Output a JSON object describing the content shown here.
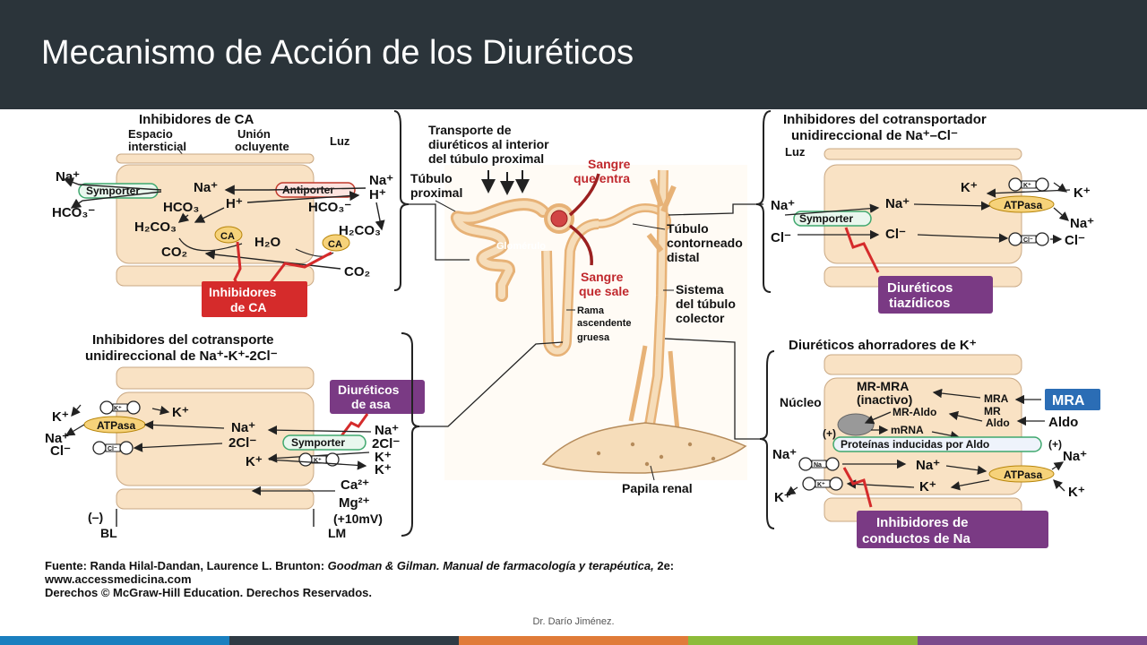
{
  "slide": {
    "title": "Mecanismo de Acción de los Diuréticos",
    "author": "Dr. Darío Jiménez."
  },
  "colors": {
    "header_bg": "#2b343a",
    "cell_fill": "#f9e2c4",
    "red_label": "#d52b2b",
    "purple_label": "#7a3a84",
    "mra_blue": "#2b6db5",
    "symporter_green": "#3fa86e",
    "atpasa_yellow": "#f6d27a",
    "antiporter_red": "#c0392b",
    "bands": [
      "#1a7fbf",
      "#2f3b45",
      "#e07b39",
      "#8dbb3a",
      "#7b4a8c"
    ]
  },
  "panels": {
    "ca": {
      "heading": "Inhibidores de CA",
      "espacio": "Espacio",
      "intersticial": "intersticial",
      "union": "Unión",
      "ocluyente": "ocluyente",
      "luz": "Luz",
      "na1": "Na⁺",
      "hco3_left": "HCO₃⁻",
      "symporter": "Symporter",
      "na2": "Na⁺",
      "antiporter": "Antiporter",
      "na3": "Na⁺",
      "h1": "H⁺",
      "hco3_mid": "HCO₃",
      "h2": "H⁺",
      "hco3_right": "HCO₃⁻",
      "h2co3_left": "H₂CO₃",
      "ca_enzyme_1": "CA",
      "h2o": "H₂O",
      "ca_enzyme_2": "CA",
      "h2co3_right": "H₂CO₃",
      "co2_left": "CO₂",
      "co2_right": "CO₂",
      "drug_label_1": "Inhibidores",
      "drug_label_2": "de CA"
    },
    "loop": {
      "heading_1": "Inhibidores del cotransporte",
      "heading_2": "unidireccional de Na⁺-K⁺-2Cl⁻",
      "drug_label_1": "Diuréticos",
      "drug_label_2": "de asa",
      "k_channel": "K⁺",
      "k_left": "K⁺",
      "k_right": "K⁺",
      "atpasa": "ATPasa",
      "na_right": "Na⁺",
      "na_left": "Na⁺",
      "cl_left": "Cl⁻",
      "cl_channel": "Cl⁻",
      "cl2": "2Cl⁻",
      "symporter": "Symporter",
      "na_lumen": "Na⁺",
      "cl2_lumen": "2Cl⁻",
      "k_lumen1": "K⁺",
      "k_lumen2": "K⁺",
      "k_channel2": "K⁺",
      "k_secreted": "K⁺",
      "ca": "Ca²⁺",
      "mg": "Mg²⁺",
      "minus": "(–)",
      "plus_mv": "(+10mV)",
      "bl": "BL",
      "lm": "LM"
    },
    "thiazide": {
      "heading_1": "Inhibidores del cotransportador",
      "heading_2": "unidireccional de Na⁺–Cl⁻",
      "luz": "Luz",
      "k_left": "K⁺",
      "k_channel": "K⁺",
      "k_right": "K⁺",
      "atpasa": "ATPasa",
      "na_in": "Na⁺",
      "na_out": "Na⁺",
      "symporter": "Symporter",
      "na_lumen": "Na⁺",
      "cl_lumen": "Cl⁻",
      "cl_in": "Cl⁻",
      "cl_channel": "Cl⁻",
      "cl_out": "Cl⁻",
      "drug_label_1": "Diuréticos",
      "drug_label_2": "tiazídicos"
    },
    "ksparing": {
      "heading": "Diuréticos ahorradores de K⁺",
      "mr_mra": "MR-MRA",
      "inactivo": "(inactivo)",
      "mra_small": "MRA",
      "mr_small": "MR",
      "mra_box": "MRA",
      "nucleo": "Núcleo",
      "mr_aldo": "MR-Aldo",
      "aldo_small": "Aldo",
      "aldo_right": "Aldo",
      "plus1": "(+)",
      "mrna": "mRNA",
      "proteins": "Proteínas inducidas por Aldo",
      "plus2": "(+)",
      "na_lumen": "Na⁺",
      "na_channel": "Na",
      "na_in": "Na⁺",
      "atpasa": "ATPasa",
      "na_out": "Na⁺",
      "k_channel": "K⁺",
      "k_in": "K⁺",
      "k_lumen": "K⁺",
      "k_out": "K⁺",
      "drug_label_1": "Inhibidores de",
      "drug_label_2": "conductos de Na"
    }
  },
  "nephron": {
    "transport_1": "Transporte de",
    "transport_2": "diuréticos al interior",
    "transport_3": "del túbulo proximal",
    "tubulo_1": "Túbulo",
    "tubulo_2": "proximal",
    "sangre_entra_1": "Sangre",
    "sangre_entra_2": "que entra",
    "glomerulo": "Glomérulo",
    "sangre_sale_1": "Sangre",
    "sangre_sale_2": "que sale",
    "distal_1": "Túbulo",
    "distal_2": "contorneado",
    "distal_3": "distal",
    "colector_1": "Sistema",
    "colector_2": "del túbulo",
    "colector_3": "colector",
    "rama_1": "Rama",
    "rama_2": "ascendente",
    "rama_3": "gruesa",
    "papila": "Papila renal"
  },
  "source": {
    "line1_a": "Fuente: Randa Hilal-Dandan, Laurence L. Brunton: ",
    "line1_b": "Goodman & Gilman. Manual de farmacología y terapéutica,",
    "line1_c": " 2e:",
    "line2": "www.accessmedicina.com",
    "line3": "Derechos © McGraw-Hill Education. Derechos Reservados."
  }
}
